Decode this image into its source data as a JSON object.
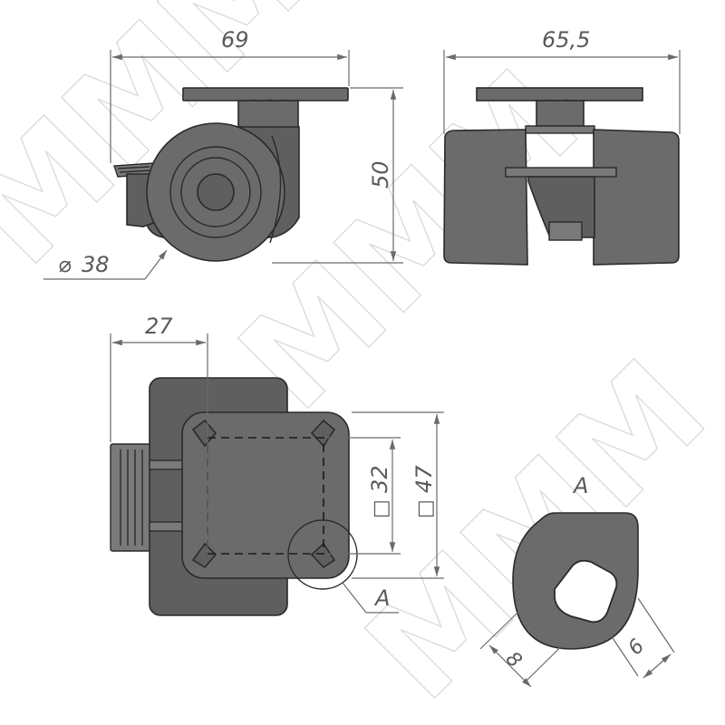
{
  "dimensions": {
    "side_width": "69",
    "front_width": "65,5",
    "height": "50",
    "wheel_diameter": "38",
    "top_offset": "27",
    "hole_spacing": "32",
    "plate_size": "47",
    "detail_width": "8",
    "detail_slot": "6"
  },
  "symbols": {
    "diameter": "⌀",
    "square": "□"
  },
  "labels": {
    "detail_ref": "A",
    "detail_title": "A"
  },
  "watermark": {
    "text": "MMM"
  }
}
